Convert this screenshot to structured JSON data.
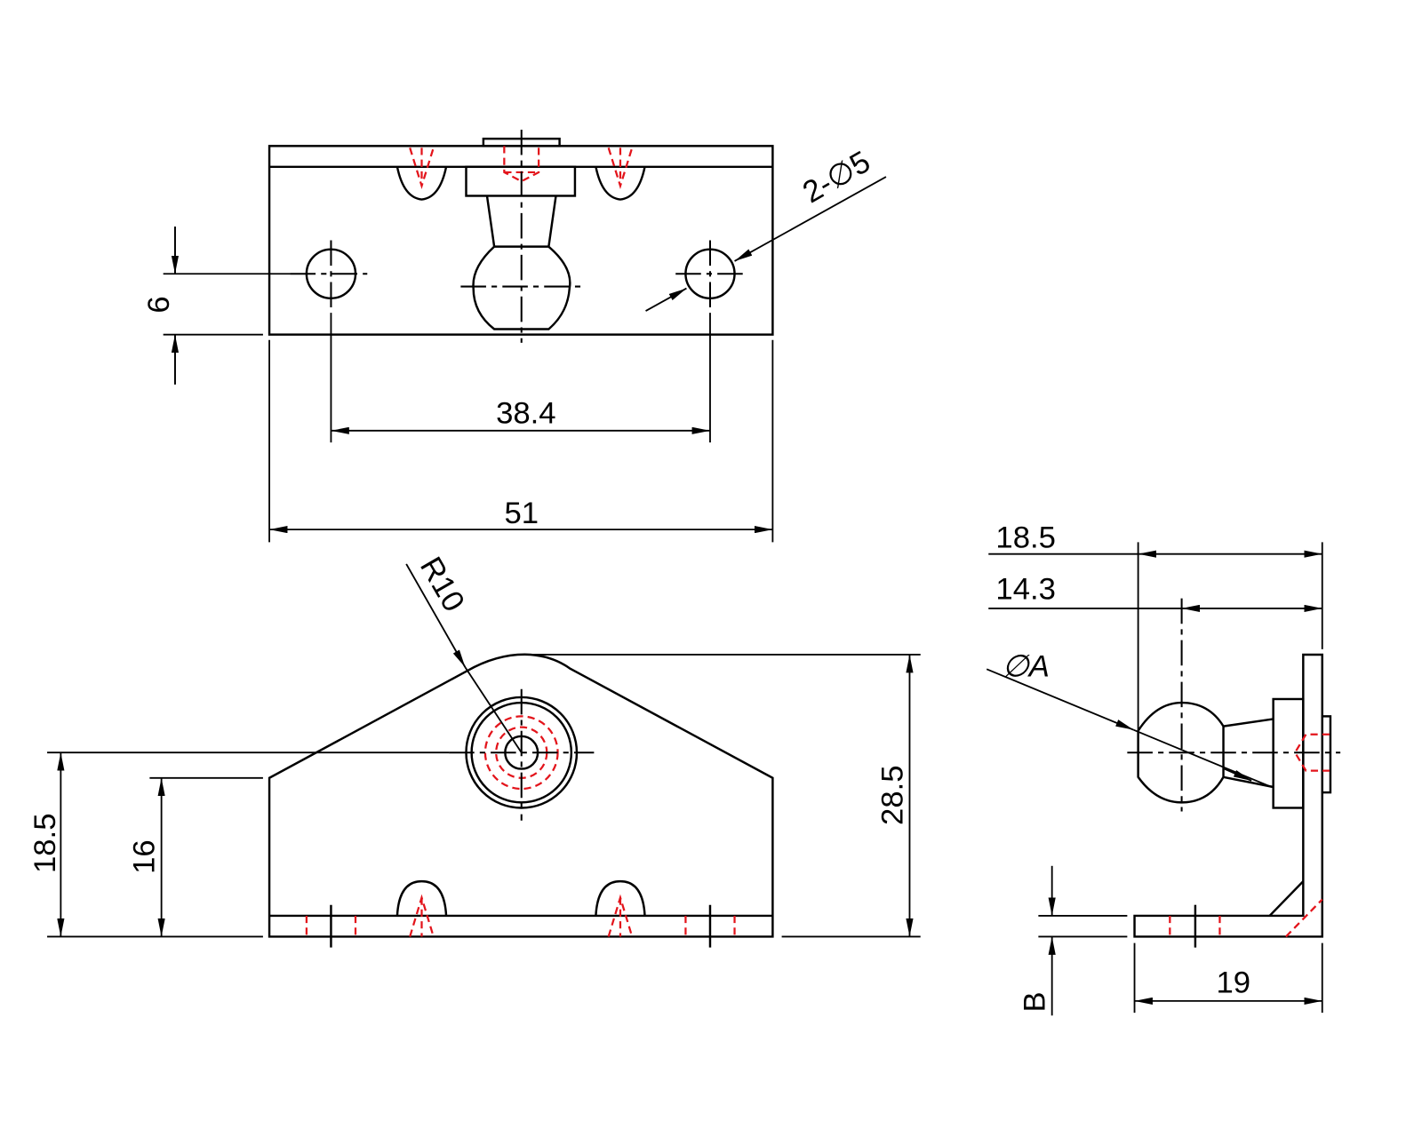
{
  "drawing": {
    "colors": {
      "outline": "#000000",
      "hidden": "#e3141b"
    },
    "top_view": {
      "dim_hole_offset": "6",
      "dim_hole_spacing": "38.4",
      "dim_width": "51",
      "dim_holes": "2-∅5"
    },
    "front_view": {
      "dim_radius": "R10",
      "dim_ball_height": "18.5",
      "dim_shoulder_height": "16",
      "dim_total_height": "28.5"
    },
    "side_view": {
      "dim_overall_depth": "18.5",
      "dim_ball_center": "14.3",
      "dim_ball_diameter": "∅A",
      "dim_thickness": "B",
      "dim_base_length": "19"
    }
  }
}
